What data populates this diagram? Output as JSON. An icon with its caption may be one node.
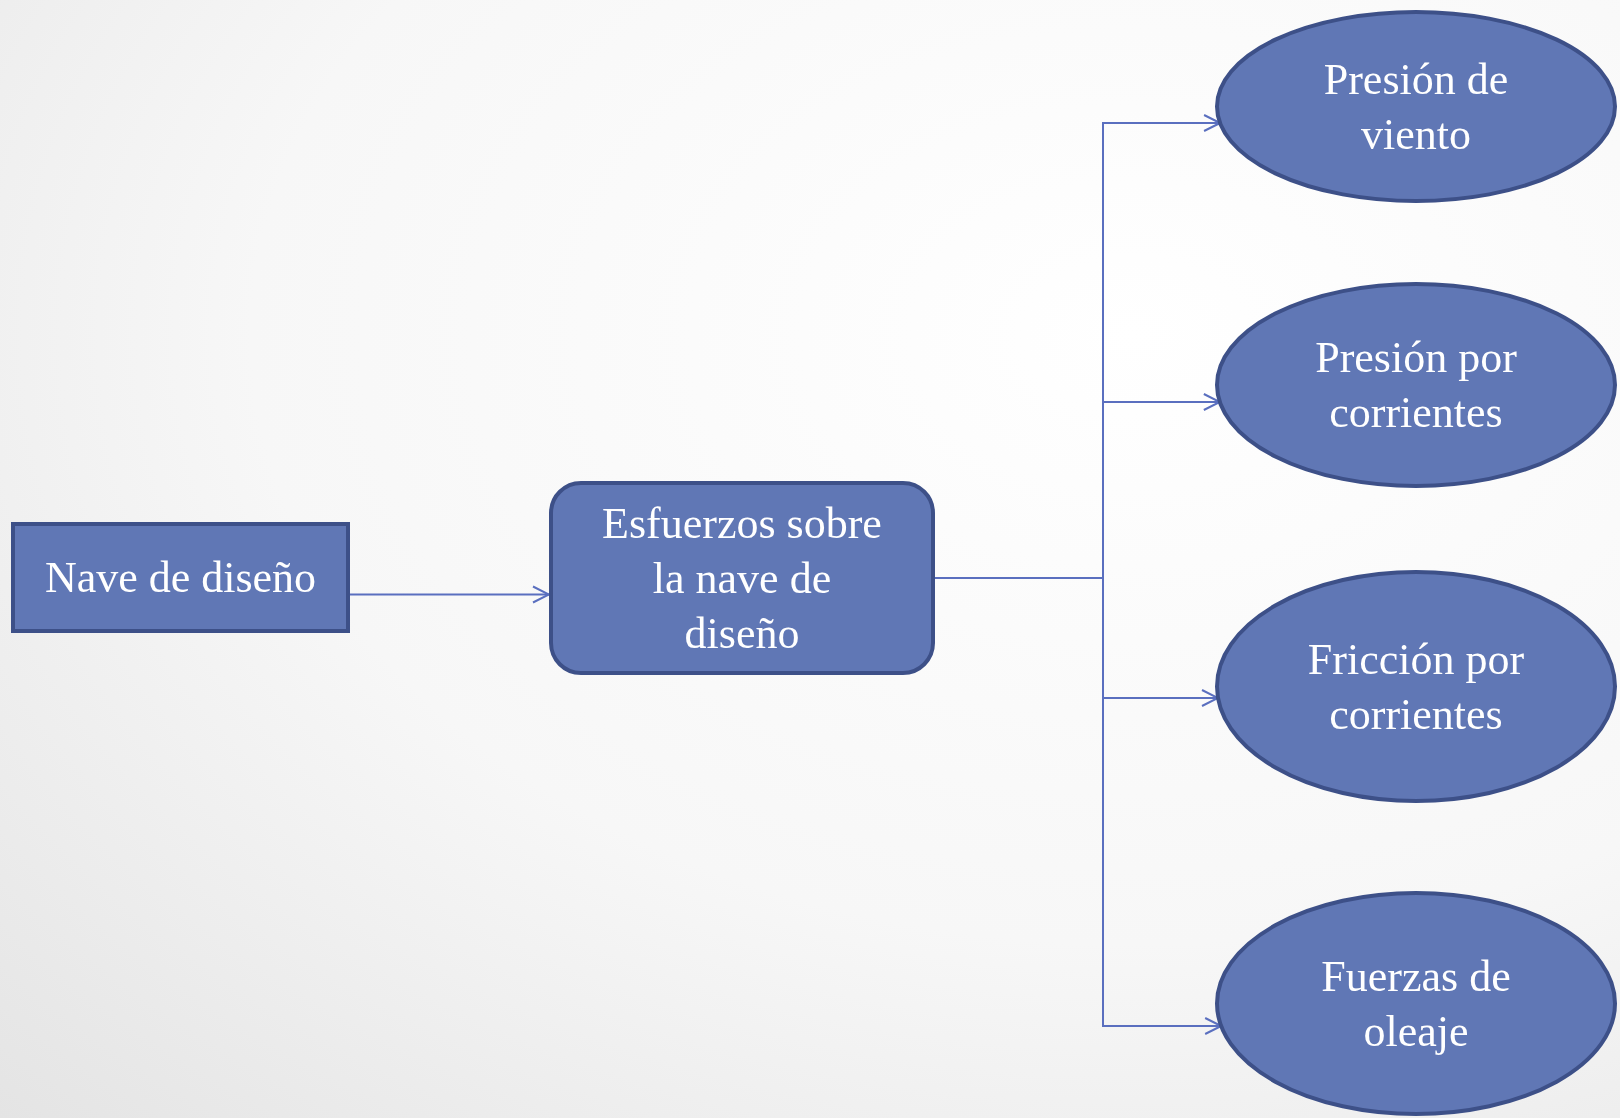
{
  "diagram": {
    "nodes": [
      {
        "text": [
          "Nave de diseño"
        ]
      },
      {
        "text": [
          "Esfuerzos sobre la nave de diseño"
        ]
      },
      {
        "text": [
          "Presión de viento"
        ]
      },
      {
        "text": [
          "Presión por corrientes"
        ]
      },
      {
        "text": [
          "Fricción por corrientes"
        ]
      },
      {
        "text": [
          "Fuerzas de oleaje"
        ]
      }
    ],
    "edges": [
      {
        "from": 0,
        "to": 1,
        "arrow": "to"
      },
      {
        "from": 1,
        "to": 2,
        "arrow": "to"
      },
      {
        "from": 1,
        "to": 3,
        "arrow": "to"
      },
      {
        "from": 1,
        "to": 4,
        "arrow": "to"
      },
      {
        "from": 1,
        "to": 5,
        "arrow": "to"
      }
    ]
  }
}
